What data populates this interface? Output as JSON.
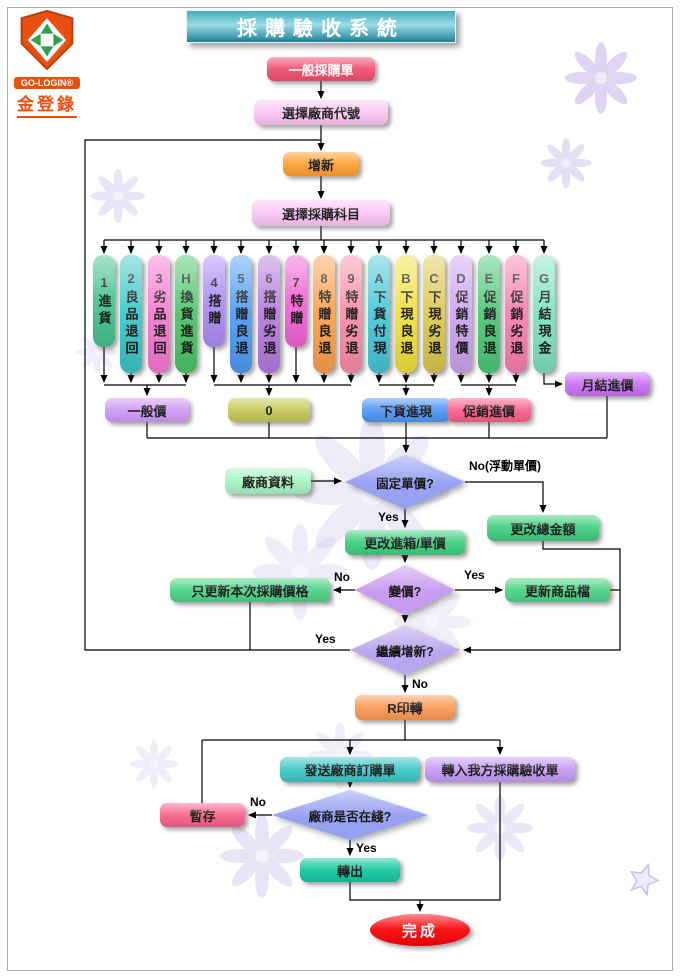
{
  "title_banner": {
    "text": "採購驗收系統",
    "color": "#2a8fa6"
  },
  "logo": {
    "brand": "GO-LOGIN®",
    "brand_zh": "金登錄"
  },
  "flow": {
    "start": {
      "label": "一般採購單",
      "color": "#f0506e"
    },
    "select_vendor": {
      "label": "選擇廠商代號",
      "color": "#fdc6f5"
    },
    "add_new": {
      "label": "增新",
      "color": "#ffa033"
    },
    "select_subject": {
      "label": "選擇採購科目",
      "color": "#fdc6f5"
    },
    "categories": [
      {
        "label": "1進貨",
        "color": "#46c48e"
      },
      {
        "label": "2良品退回",
        "color": "#3cc7c7"
      },
      {
        "label": "3劣品退回",
        "color": "#f878d2"
      },
      {
        "label": "H換貨進貨",
        "color": "#4cc566"
      },
      {
        "label": "4搭贈",
        "color": "#ae8df8"
      },
      {
        "label": "5搭贈良退",
        "color": "#4f9cf4"
      },
      {
        "label": "6搭贈劣退",
        "color": "#b57ade"
      },
      {
        "label": "7特贈",
        "color": "#f266d6"
      },
      {
        "label": "8特贈良退",
        "color": "#fba04e"
      },
      {
        "label": "9特贈劣退",
        "color": "#fb8da9"
      },
      {
        "label": "A下貨付現",
        "color": "#45c8d8"
      },
      {
        "label": "B下現良退",
        "color": "#f2e13e"
      },
      {
        "label": "C下現劣退",
        "color": "#dcc84f"
      },
      {
        "label": "D促銷特價",
        "color": "#cda4f2"
      },
      {
        "label": "E促銷良退",
        "color": "#4cc878"
      },
      {
        "label": "F促銷劣退",
        "color": "#f87fb0"
      },
      {
        "label": "G月結現金",
        "color": "#7ee2c3"
      }
    ],
    "general_price": {
      "label": "一般價",
      "color": "#cf9bf7"
    },
    "zero_price": {
      "label": "0",
      "color": "#c9c95a"
    },
    "unload_cash": {
      "label": "下貨進現",
      "color": "#4f97f5"
    },
    "promo_cost": {
      "label": "促銷進價",
      "color": "#f9608c"
    },
    "monthly_cost": {
      "label": "月結進價",
      "color": "#c873f3"
    },
    "vendor_info": {
      "label": "廠商資料",
      "color": "#a7f5c3"
    },
    "fixed_price_q": {
      "label": "固定單價?",
      "color": "#97a1f2",
      "no": "No(浮動單價)",
      "yes": "Yes"
    },
    "change_unit_price": {
      "label": "更改進箱/單價",
      "color": "#3fcf7f"
    },
    "change_total": {
      "label": "更改總金額",
      "color": "#3fcf7f"
    },
    "reprice_q": {
      "label": "變價?",
      "color": "#c89bf0",
      "no": "No",
      "yes": "Yes"
    },
    "update_this_only": {
      "label": "只更新本次採購價格",
      "color": "#4ed488"
    },
    "update_product_file": {
      "label": "更新商品檔",
      "color": "#4ed488"
    },
    "continue_q": {
      "label": "繼續增新?",
      "color": "#b9a6ef",
      "yes": "Yes",
      "no": "No"
    },
    "print_transfer": {
      "label": "R印轉",
      "color": "#fb9a55"
    },
    "send_order": {
      "label": "發送廠商訂購單",
      "color": "#3ec8c8"
    },
    "to_our_receipt": {
      "label": "轉入我方採購驗收單",
      "color": "#c79bf5"
    },
    "online_q": {
      "label": "廠商是否在綫?",
      "color": "#97a1f2",
      "no": "No",
      "yes": "Yes"
    },
    "hold": {
      "label": "暫存",
      "color": "#f9628f"
    },
    "export": {
      "label": "轉出",
      "color": "#12c9a0"
    },
    "done": {
      "label": "完成",
      "color": "#fb0207"
    }
  }
}
